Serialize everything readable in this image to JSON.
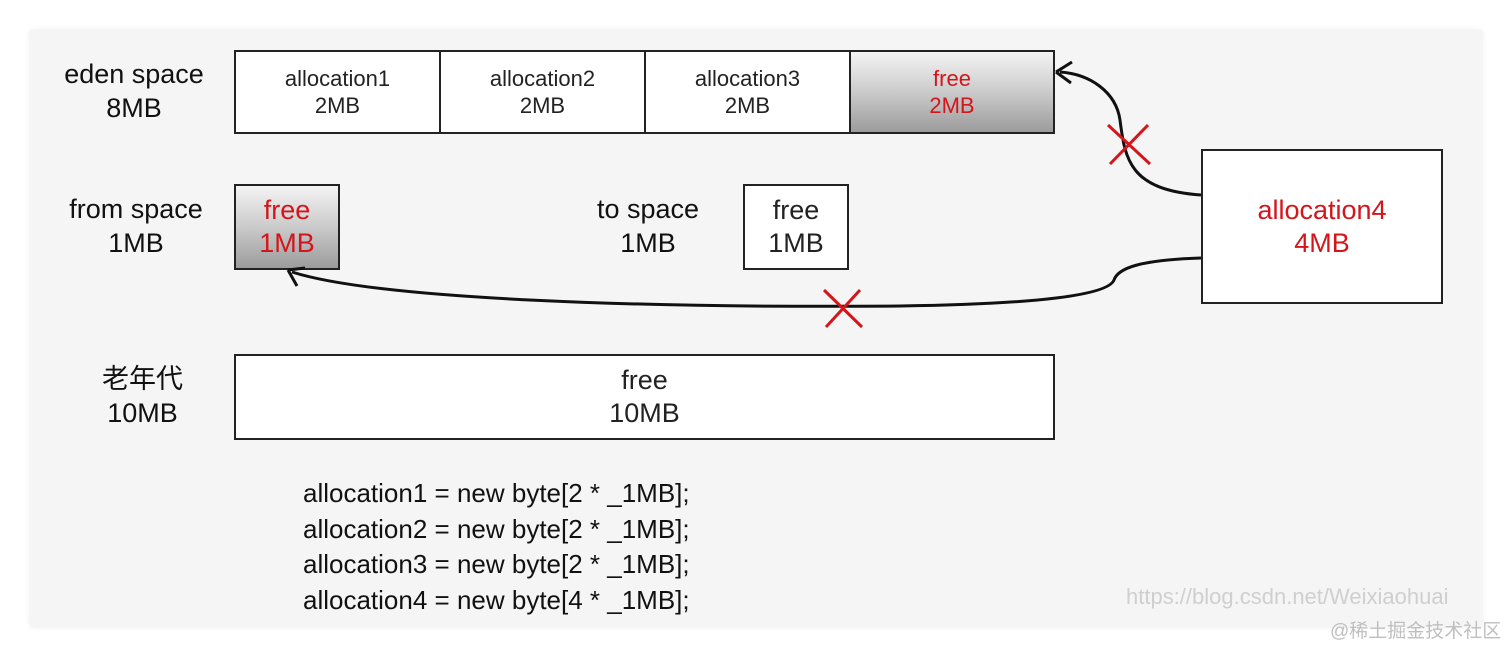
{
  "eden": {
    "name": "eden space",
    "size": "8MB",
    "cells": [
      {
        "label": "allocation1",
        "size": "2MB"
      },
      {
        "label": "allocation2",
        "size": "2MB"
      },
      {
        "label": "allocation3",
        "size": "2MB"
      },
      {
        "label": "free",
        "size": "2MB"
      }
    ]
  },
  "from_space": {
    "name": "from space",
    "size": "1MB",
    "cell_label": "free",
    "cell_size": "1MB"
  },
  "to_space": {
    "name": "to space",
    "size": "1MB",
    "cell_label": "free",
    "cell_size": "1MB"
  },
  "old_gen": {
    "name": "老年代",
    "size": "10MB",
    "cell_label": "free",
    "cell_size": "10MB"
  },
  "allocation4": {
    "label": "allocation4",
    "size": "4MB"
  },
  "code_lines": [
    "allocation1 = new byte[2 * _1MB];",
    "allocation2 = new byte[2 * _1MB];",
    "allocation3 = new byte[2 * _1MB];",
    "allocation4 = new byte[4 * _1MB];"
  ],
  "watermarks": {
    "blog": "https://blog.csdn.net/Weixiaohuai",
    "site": "@稀土掘金技术社区"
  },
  "colors": {
    "highlight": "#d4151b",
    "border": "#222222"
  }
}
